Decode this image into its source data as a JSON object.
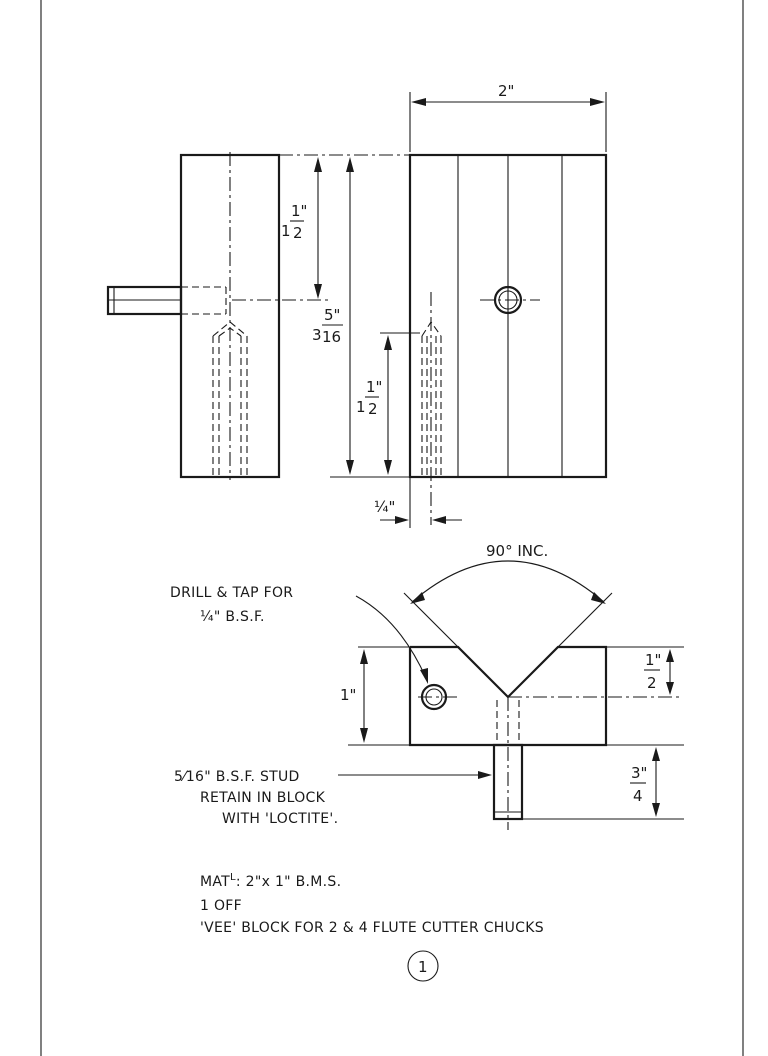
{
  "dimensions": {
    "top_width": "2\"",
    "one_half_whole": "1",
    "one_half_num": "1\"",
    "one_half_den": "2",
    "total_whole": "3",
    "total_num": "5\"",
    "total_den": "16",
    "lower_half_whole": "1",
    "lower_half_num": "1\"",
    "lower_half_den": "2",
    "quarter": "¼\"",
    "angle": "90° INC.",
    "one_inch": "1\"",
    "half_num": "1\"",
    "half_den": "2",
    "three_q_num": "3\"",
    "three_q_den": "4"
  },
  "notes": {
    "drill_line1": "DRILL & TAP FOR",
    "drill_line2": "¼\" B.S.F.",
    "stud_line1": "5⁄16\" B.S.F. STUD",
    "stud_line2": "RETAIN IN BLOCK",
    "stud_line3": "WITH 'LOCTITE'.",
    "material_label": "MAT",
    "material_sup": "L",
    "material_value": ": 2\"x 1\" B.M.S.",
    "quantity": "1 OFF",
    "title": "'VEE' BLOCK FOR 2 & 4 FLUTE CUTTER CHUCKS",
    "part_number": "1"
  }
}
